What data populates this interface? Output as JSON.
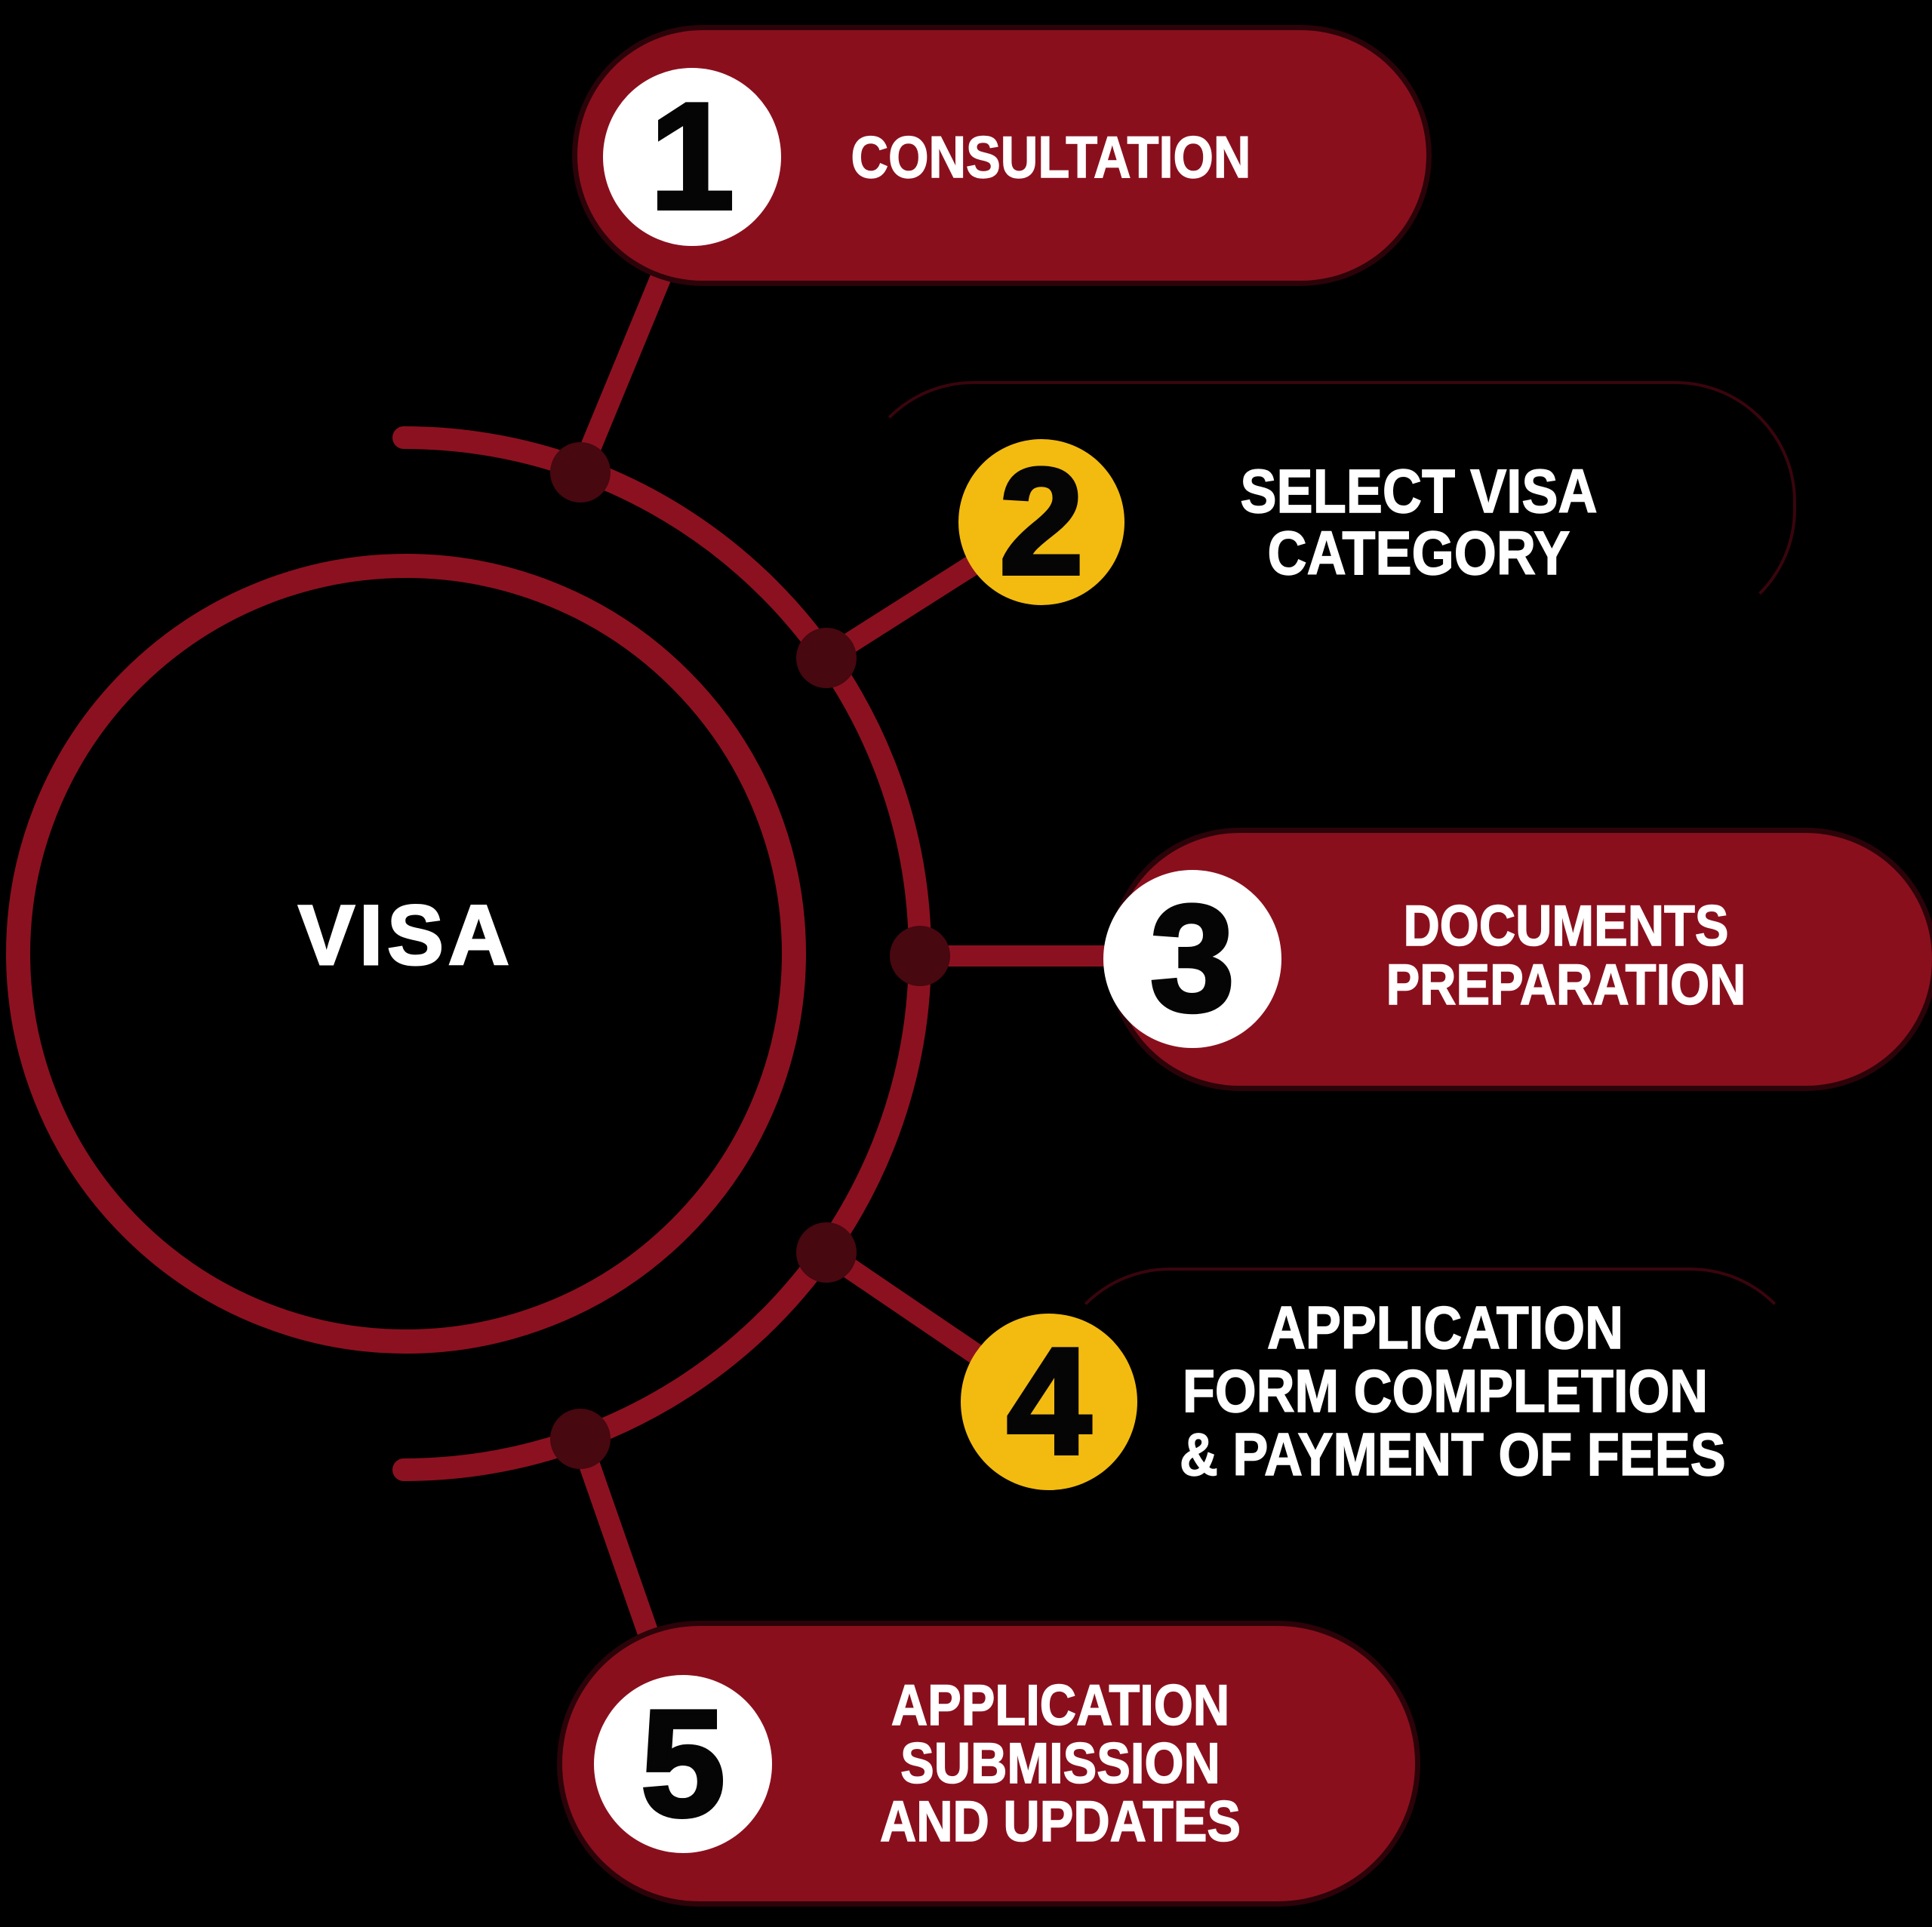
{
  "title": "VISA",
  "colors": {
    "background": "#000000",
    "pill_red": "#8A0F1D",
    "line_red": "#8C1120",
    "dot_maroon": "#470810",
    "badge_yellow": "#F3BB10",
    "badge_white": "#FFFFFF",
    "number_black": "#050505",
    "text_white": "#FFFFFF",
    "ghost_card_border": "#3A050D"
  },
  "steps": [
    {
      "number": "1",
      "lines": [
        "CONSULTATION"
      ]
    },
    {
      "number": "2",
      "lines": [
        "SELECT VISA",
        "CATEGORY"
      ]
    },
    {
      "number": "3",
      "lines": [
        "DOCUMENTS",
        "PREPARATION"
      ]
    },
    {
      "number": "4",
      "lines": [
        "APPLICATION",
        "FORM COMPLETION",
        "& PAYMENT OF FEES"
      ]
    },
    {
      "number": "5",
      "lines": [
        "APPLICATION",
        "SUBMISSION",
        "AND UPDATES"
      ]
    }
  ]
}
